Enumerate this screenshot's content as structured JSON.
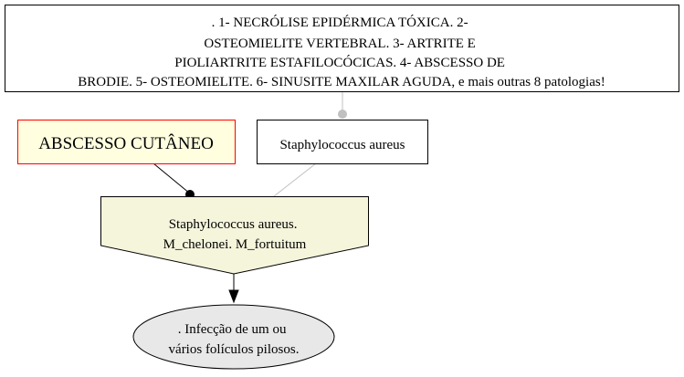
{
  "nodes": {
    "pathologies": {
      "lines": [
        ". 1- NECRÓLISE EPIDÉRMICA TÓXICA. 2-",
        "OSTEOMIELITE VERTEBRAL. 3- ARTRITE E",
        "PIOLIARTRITE ESTAFILOCÓCICAS. 4- ABSCESSO DE",
        "BRODIE. 5- OSTEOMIELITE. 6- SINUSITE MAXILAR AGUDA, e mais outras 8 patologias!"
      ]
    },
    "disease": {
      "label": "ABSCESSO CUTÂNEO"
    },
    "agent": {
      "label": "Staphylococcus aureus"
    },
    "agents_all": {
      "lines": [
        "Staphylococcus aureus.",
        "M_chelonei. M_fortuitum"
      ]
    },
    "definition": {
      "lines": [
        ". Infecção de um ou",
        "vários folículos pilosos."
      ]
    }
  },
  "colors": {
    "disease_fill": "#ffffe0",
    "disease_border": "#ff0000",
    "agents_fill": "#f5f5dc",
    "definition_fill": "#e8e8e8",
    "gray_edge": "#c0c0c0"
  }
}
